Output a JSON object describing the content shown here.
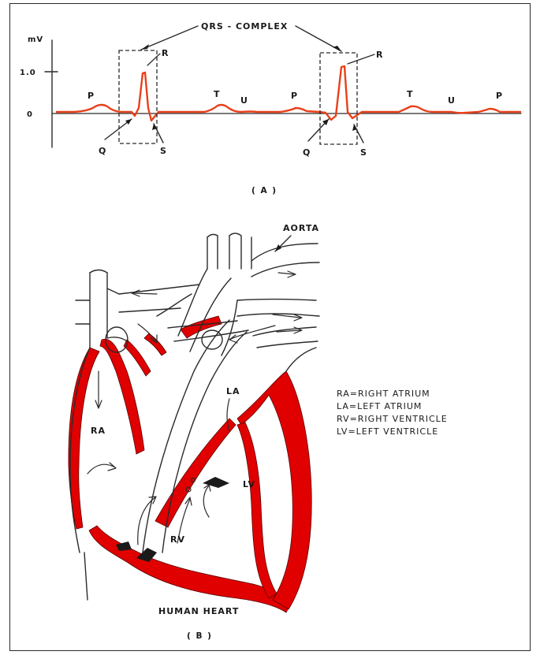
{
  "ecg": {
    "y_unit": "mV",
    "y_tick_1": "1.0",
    "y_tick_0": "0",
    "qrs_label": "QRS - COMPLEX",
    "waves": {
      "p1": "P",
      "r1": "R",
      "t1": "T",
      "u1": "U",
      "p2": "P",
      "r2": "R",
      "t2": "T",
      "u2": "U",
      "p3": "P",
      "q1": "Q",
      "s1": "S",
      "q2": "Q",
      "s2": "S"
    },
    "caption": "( A )",
    "trace_color": "#e8401a"
  },
  "heart": {
    "aorta": "AORTA",
    "ra": "RA",
    "la": "LA",
    "rv": "RV",
    "lv": "LV",
    "title": "HUMAN HEART",
    "caption": "( B )",
    "legend": [
      "RA=RIGHT ATRIUM",
      "LA=LEFT ATRIUM",
      "RV=RIGHT VENTRICLE",
      "LV=LEFT VENTRICLE"
    ],
    "wall_color": "#e00000"
  }
}
